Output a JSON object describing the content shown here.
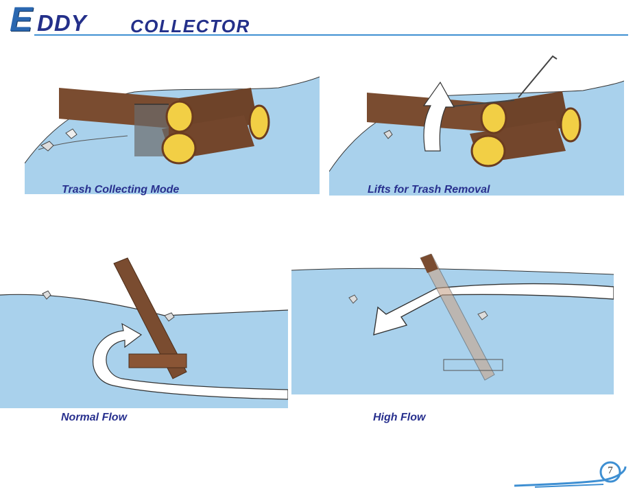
{
  "header": {
    "title_initial": "E",
    "title_rest": "DDY",
    "title_second": "COLLECTOR"
  },
  "panels": [
    {
      "caption": "Trash Collecting Mode"
    },
    {
      "caption": "Lifts for Trash Removal"
    },
    {
      "caption": "Normal Flow"
    },
    {
      "caption": "High Flow"
    }
  ],
  "footer": {
    "page_number": "7"
  },
  "colors": {
    "title_blue": "#2a67b0",
    "caption_navy": "#28308e",
    "water": "#a9d1ec",
    "log_brown": "#7a4c30",
    "log_end": "#f2cf45"
  }
}
